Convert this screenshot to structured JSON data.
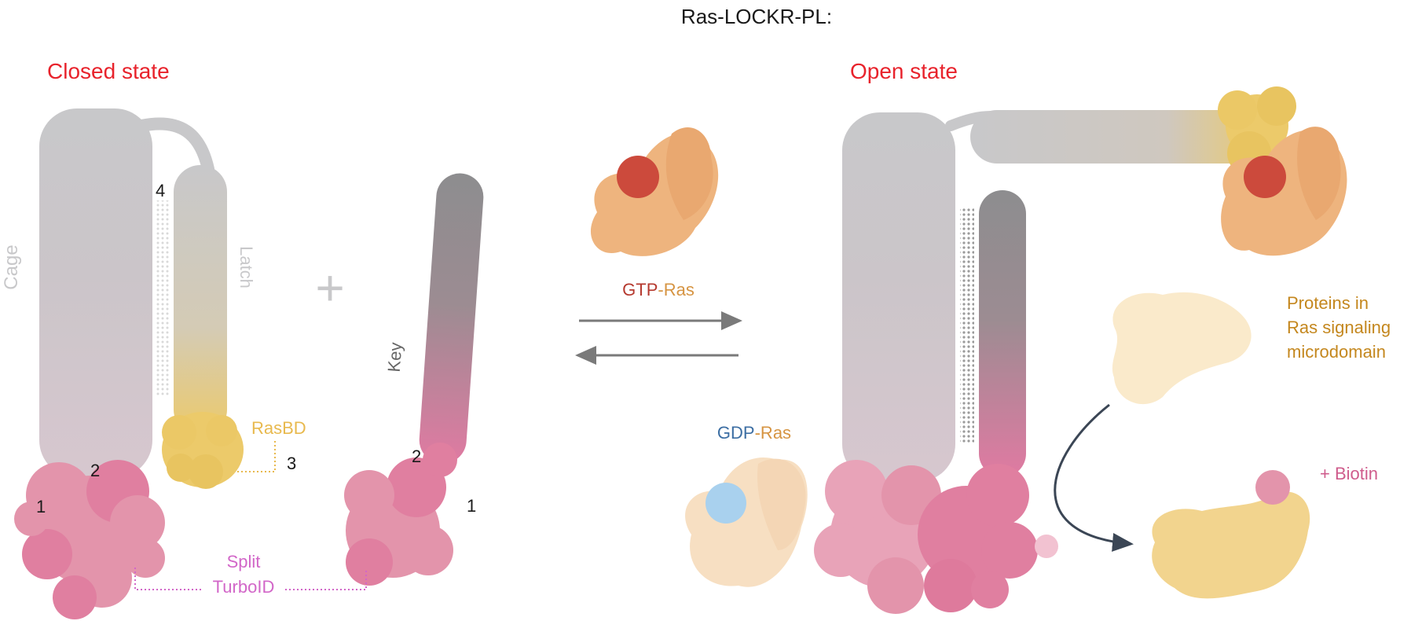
{
  "title": "Ras-LOCKR-PL:",
  "closed": {
    "heading": "Closed state",
    "cage_label": "Cage",
    "latch_label": "Latch",
    "rasbd_label": "RasBD",
    "plus_sign": "+",
    "key_label": "Key",
    "split_line1": "Split",
    "split_line2": "TurboID",
    "num_1": "1",
    "num_2": "2",
    "num_3": "3",
    "num_4": "4",
    "key_num_2": "2",
    "key_num_1": "1"
  },
  "middle": {
    "gtp_prefix": "GTP",
    "gtp_suffix": "-Ras",
    "gdp_prefix": "GDP",
    "gdp_suffix": "-Ras"
  },
  "open": {
    "heading": "Open state",
    "proteins_line1": "Proteins in",
    "proteins_line2": "Ras signaling",
    "proteins_line3": "microdomain",
    "biotin_label": "+ Biotin"
  },
  "colors": {
    "red_heading": "#e8232c",
    "gray_body": "#c8c8ca",
    "latch_yellow": "#ecca6a",
    "pink": "#e394ab",
    "magenta_label": "#d266c8",
    "rasbd_text": "#e8b94e",
    "gtp_red": "#b5392f",
    "ras_orange": "#d69442",
    "gdp_blue": "#3c6ea3",
    "proteins_text": "#c4871e",
    "biotin_text": "#cf5c8c",
    "arrow_gray": "#7a7a7a",
    "dark_arrow": "#3b4655"
  }
}
